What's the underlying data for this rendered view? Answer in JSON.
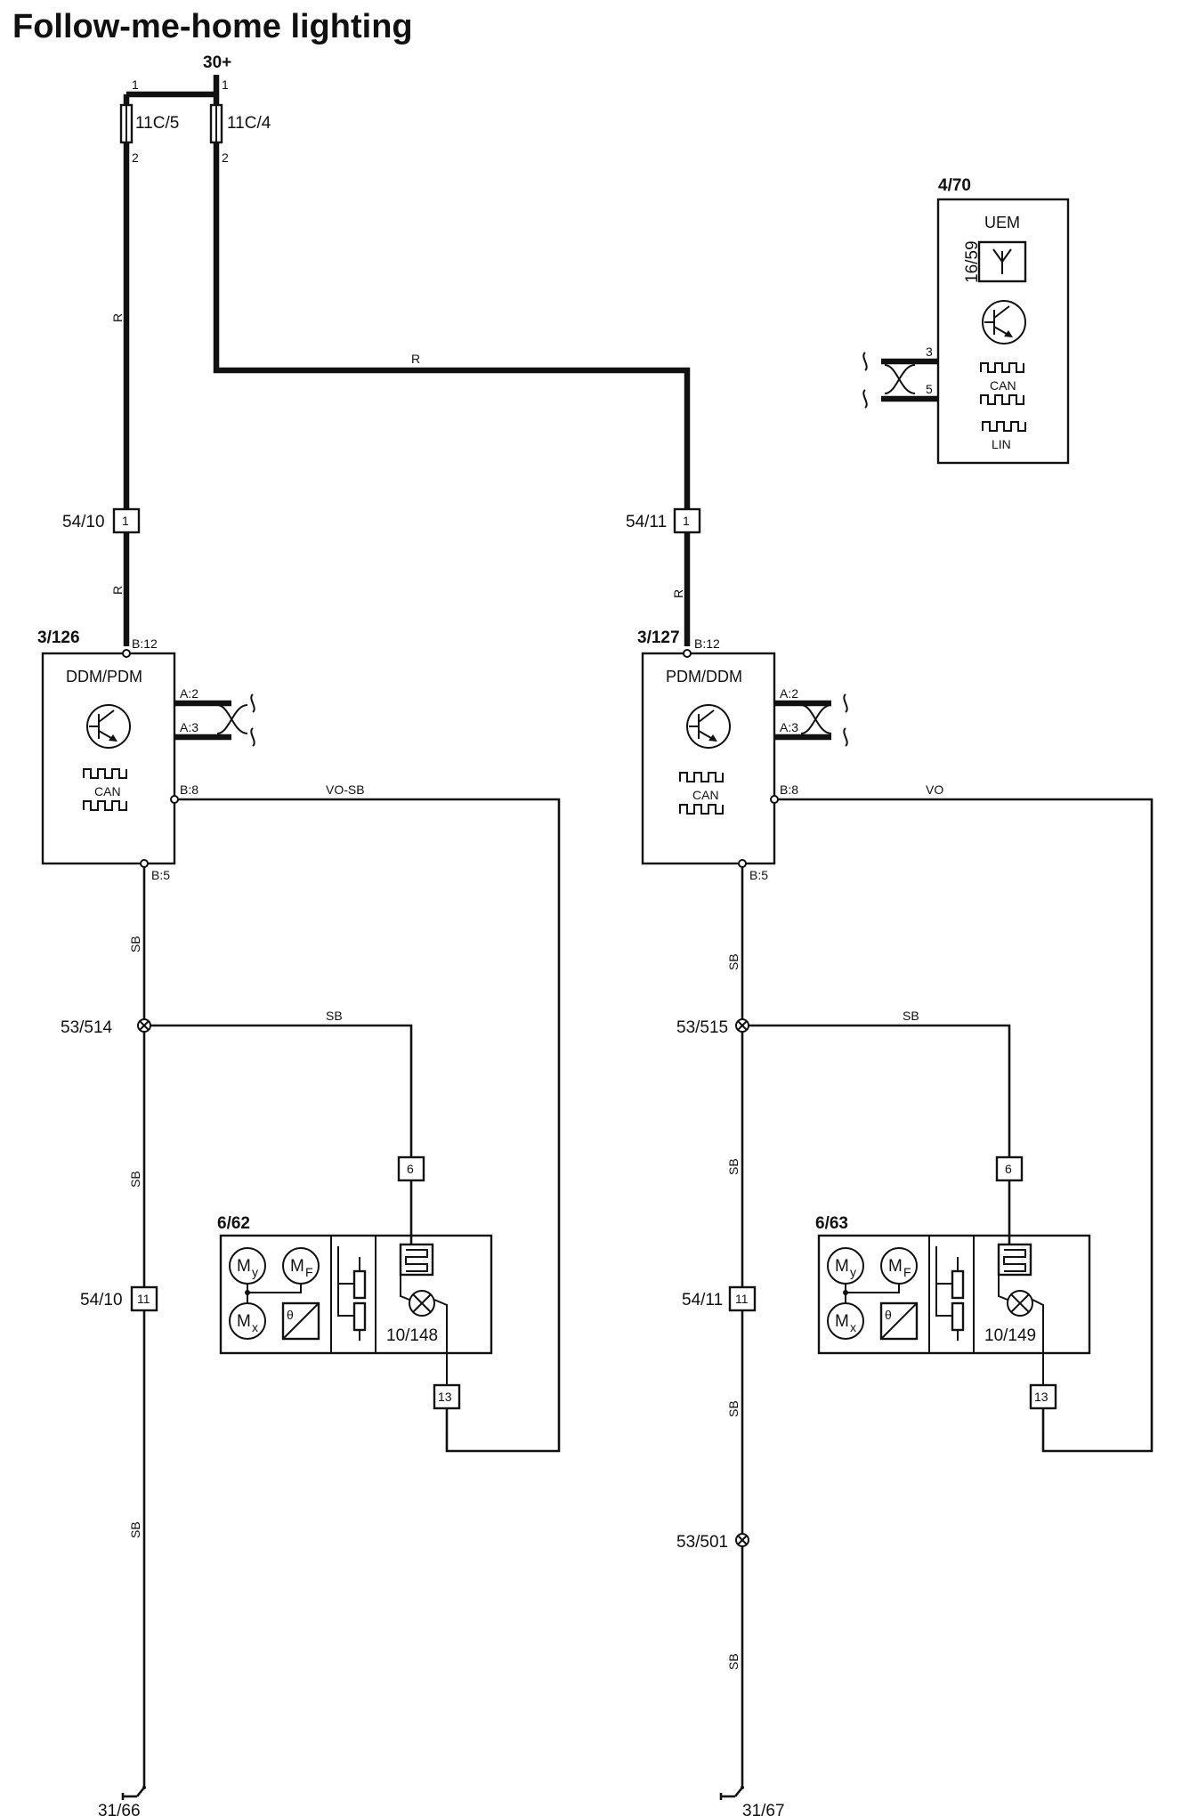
{
  "title": "Follow-me-home lighting",
  "supply": "30+",
  "fuses": {
    "left": {
      "id": "11C/5",
      "pin_in": "1",
      "pin_out": "2"
    },
    "right": {
      "id": "11C/4",
      "pin_in": "1",
      "pin_out": "2"
    }
  },
  "wire_colors": {
    "red": "R",
    "black": "SB",
    "violet": "VO",
    "violet_black": "VO-SB"
  },
  "uem": {
    "ref": "4/70",
    "name": "UEM",
    "antenna_ref": "16/59",
    "pin_a": "3",
    "pin_b": "5",
    "can_label": "CAN",
    "lin_label": "LIN"
  },
  "left_side": {
    "connector_top": {
      "ref": "54/10",
      "pin": "1"
    },
    "module": {
      "ref": "3/126",
      "name": "DDM/PDM",
      "can_label": "CAN",
      "pin_supply": "B:12",
      "pin_can_h": "A:2",
      "pin_can_l": "A:3",
      "pin_out": "B:8",
      "pin_gnd": "B:5"
    },
    "splice": "53/514",
    "connector_low": {
      "ref": "54/10",
      "pin": "11"
    },
    "mirror": {
      "ref": "6/62",
      "lamp_ref": "10/148",
      "pin_heat": "6",
      "pin_lamp": "13",
      "motor_y": "M",
      "motor_y_sub": "y",
      "motor_f": "M",
      "motor_f_sub": "F",
      "motor_x": "M",
      "motor_x_sub": "x",
      "theta": "θ"
    },
    "ground": "31/66"
  },
  "right_side": {
    "connector_top": {
      "ref": "54/11",
      "pin": "1"
    },
    "module": {
      "ref": "3/127",
      "name": "PDM/DDM",
      "can_label": "CAN",
      "pin_supply": "B:12",
      "pin_can_h": "A:2",
      "pin_can_l": "A:3",
      "pin_out": "B:8",
      "pin_gnd": "B:5"
    },
    "splice": "53/515",
    "connector_low": {
      "ref": "54/11",
      "pin": "11"
    },
    "splice_low": "53/501",
    "mirror": {
      "ref": "6/63",
      "lamp_ref": "10/149",
      "pin_heat": "6",
      "pin_lamp": "13",
      "motor_y": "M",
      "motor_y_sub": "y",
      "motor_f": "M",
      "motor_f_sub": "F",
      "motor_x": "M",
      "motor_x_sub": "x",
      "theta": "θ"
    },
    "ground": "31/67"
  }
}
